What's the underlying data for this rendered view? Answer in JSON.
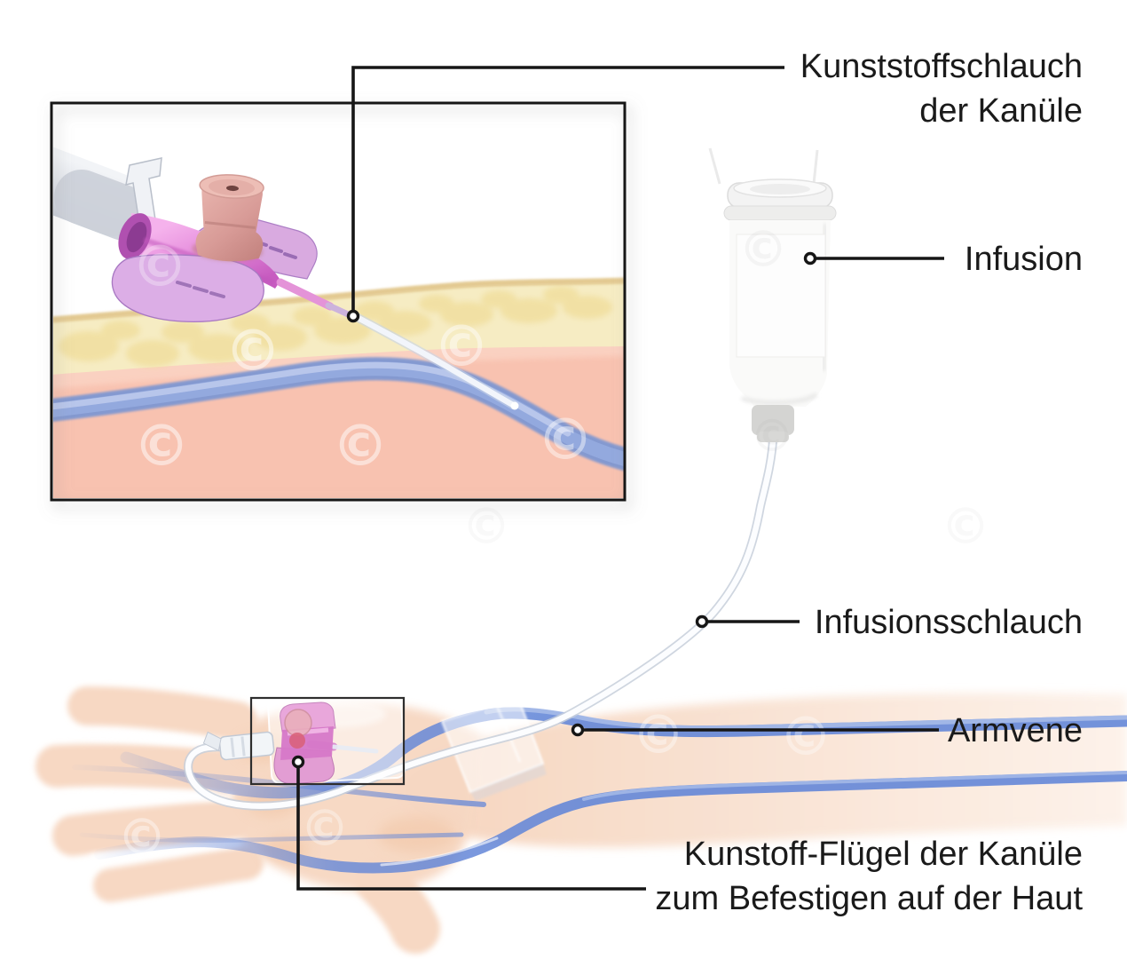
{
  "labels": {
    "cannula_tube": {
      "line1": "Kunststoffschlauch",
      "line2": "der Kanüle"
    },
    "infusion": "Infusion",
    "infusion_tube": "Infusionsschlauch",
    "arm_vein": "Armvene",
    "cannula_wings": {
      "line1": "Kunstoff-Flügel der Kanüle",
      "line2": "zum Befestigen auf der Haut"
    }
  },
  "watermark": {
    "symbol": "©"
  },
  "colors": {
    "background": "#ffffff",
    "label_text": "#1a1a1a",
    "leader_line": "#161616",
    "vein_blue": "#6487d8",
    "vein_highlight": "#a9bde9",
    "skin": "#f7d8c3",
    "dermis_pink": "#f8c2b0",
    "fat_yellow": "#f6ecc3",
    "fat_lobule": "#f0dd9a",
    "surface_tan": "#e2c78c",
    "cannula_pink": "#d678c8",
    "wing_violet": "#dcaee6",
    "port_cap_rose": "#d89b97",
    "barrel_gray": "#c9cfd9",
    "tube_white": "#fcfdff",
    "bottle_white": "#fafaf9",
    "cap_gray": "#d0d0ce"
  }
}
